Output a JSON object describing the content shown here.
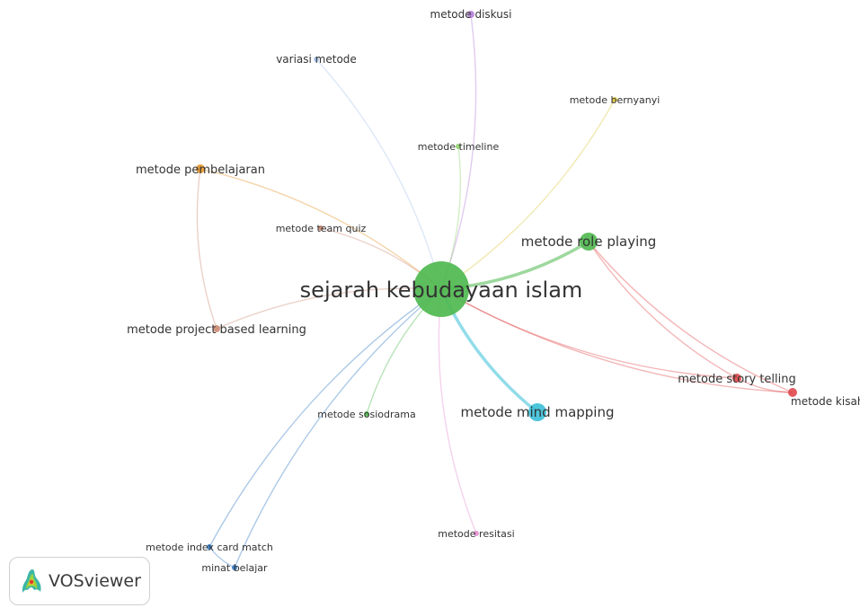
{
  "brand": {
    "name": "VOSviewer"
  },
  "colors": {
    "green": "#4fb84f",
    "cyan": "#39bfd8",
    "red": "#e0484b",
    "orange": "#e7962a",
    "purple": "#b57fd9",
    "yellow": "#dcc63a",
    "blue": "#2f78c4",
    "lightblue": "#a9c4ec",
    "pink": "#e58fd2",
    "brown": "#cc8c73",
    "lightgreen": "#8fd36f"
  },
  "network": {
    "center": "sejarah kebudayaan islam",
    "nodes": [
      {
        "id": "ski",
        "label": "sejarah kebudayaan islam",
        "color": "green",
        "weight": 10
      },
      {
        "id": "role",
        "label": "metode role playing",
        "color": "green",
        "weight": 3
      },
      {
        "id": "mind",
        "label": "metode mind mapping",
        "color": "cyan",
        "weight": 3
      },
      {
        "id": "story",
        "label": "metode story telling",
        "color": "red",
        "weight": 2
      },
      {
        "id": "kisah",
        "label": "metode kisah",
        "color": "red",
        "weight": 1
      },
      {
        "id": "pemb",
        "label": "metode pembelajaran",
        "color": "orange",
        "weight": 1
      },
      {
        "id": "pbl",
        "label": "metode project based learning",
        "color": "brown",
        "weight": 1
      },
      {
        "id": "tquiz",
        "label": "metode team quiz",
        "color": "brown",
        "weight": 1
      },
      {
        "id": "diskusi",
        "label": "metode diskusi",
        "color": "purple",
        "weight": 1
      },
      {
        "id": "variasi",
        "label": "variasi metode",
        "color": "lightblue",
        "weight": 1
      },
      {
        "id": "nyanyi",
        "label": "metode bernyanyi",
        "color": "yellow",
        "weight": 1
      },
      {
        "id": "timel",
        "label": "metode timeline",
        "color": "lightgreen",
        "weight": 1
      },
      {
        "id": "sosio",
        "label": "metode sosiodrama",
        "color": "green",
        "weight": 1
      },
      {
        "id": "resit",
        "label": "metode resitasi",
        "color": "pink",
        "weight": 1
      },
      {
        "id": "index",
        "label": "metode index card match",
        "color": "blue",
        "weight": 1
      },
      {
        "id": "minat",
        "label": "minat belajar",
        "color": "blue",
        "weight": 1
      }
    ],
    "links": [
      [
        "ski",
        "role"
      ],
      [
        "ski",
        "mind"
      ],
      [
        "ski",
        "story"
      ],
      [
        "ski",
        "kisah"
      ],
      [
        "ski",
        "pemb"
      ],
      [
        "ski",
        "pbl"
      ],
      [
        "ski",
        "tquiz"
      ],
      [
        "ski",
        "diskusi"
      ],
      [
        "ski",
        "variasi"
      ],
      [
        "ski",
        "nyanyi"
      ],
      [
        "ski",
        "timel"
      ],
      [
        "ski",
        "sosio"
      ],
      [
        "ski",
        "resit"
      ],
      [
        "ski",
        "index"
      ],
      [
        "ski",
        "minat"
      ],
      [
        "story",
        "kisah"
      ],
      [
        "index",
        "minat"
      ],
      [
        "role",
        "story"
      ],
      [
        "role",
        "kisah"
      ],
      [
        "pemb",
        "pbl"
      ]
    ]
  }
}
